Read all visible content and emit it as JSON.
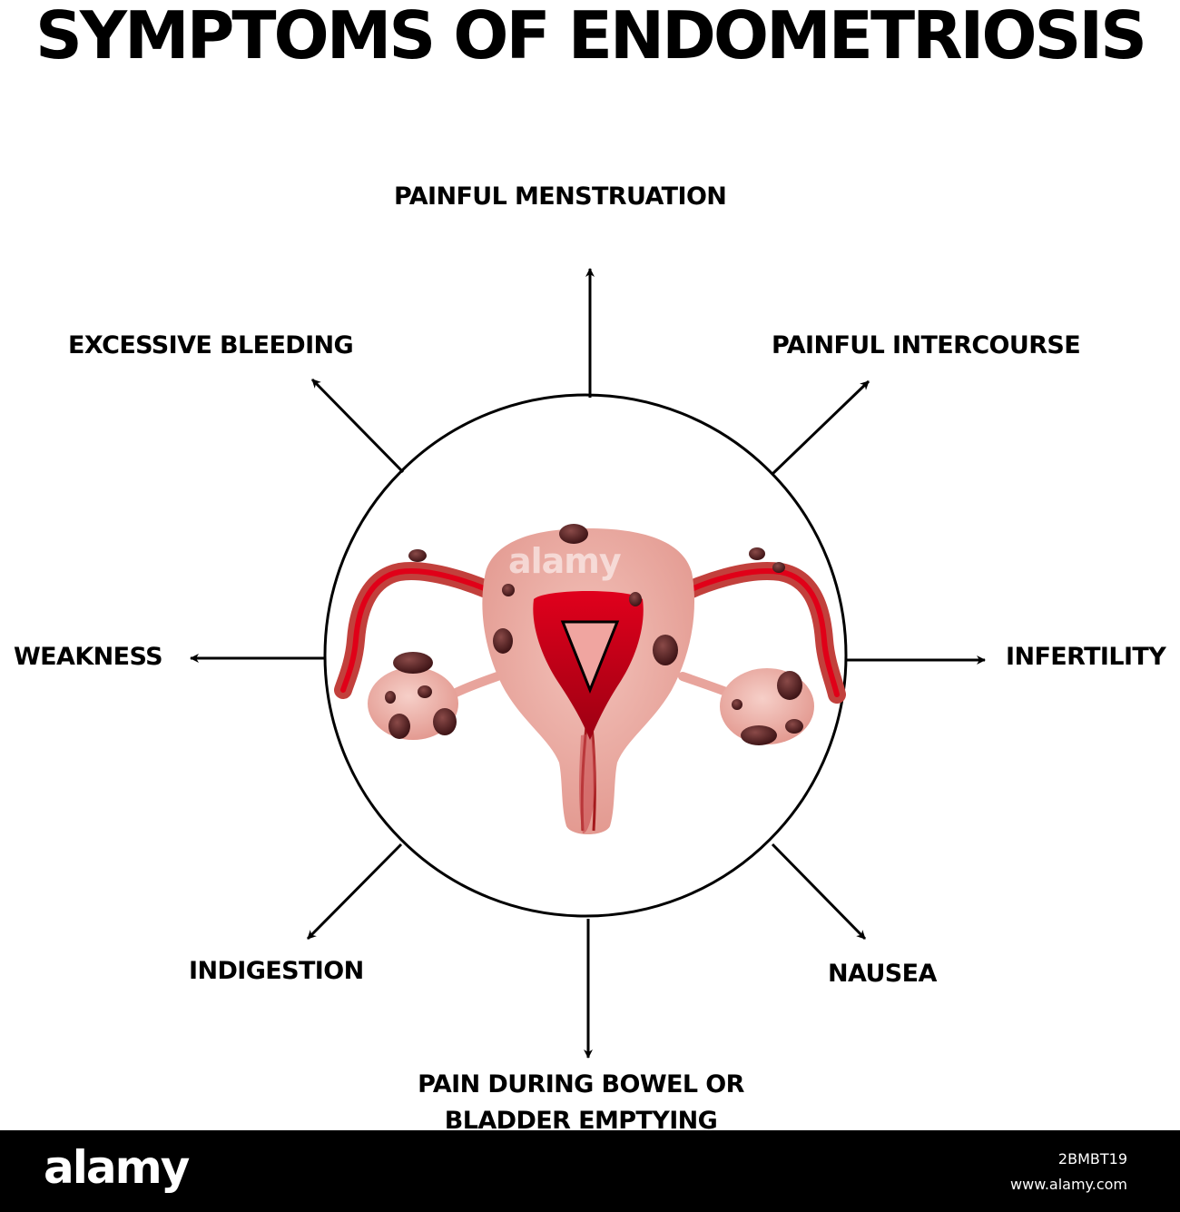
{
  "title": "SYMPTOMS OF ENDOMETRIOSIS",
  "symptoms": {
    "top": "PAINFUL MENSTRUATION",
    "top_left": "EXCESSIVE BLEEDING",
    "top_right": "PAINFUL INTERCOURSE",
    "left": "WEAKNESS",
    "right": "INFERTILITY",
    "bottom_left": "INDIGESTION",
    "bottom_right": "NAUSEA",
    "bottom_line1": "PAIN DURING BOWEL OR",
    "bottom_line2": "BLADDER EMPTYING"
  },
  "watermark": "alamy",
  "footer": {
    "logo": "alamy",
    "image_id": "2BMBT19",
    "url": "www.alamy.com"
  },
  "colors": {
    "organ_pink": "#e8a49c",
    "organ_light": "#f3c6bf",
    "blood_red": "#c8001a",
    "lesion_dark": "#5a1f22",
    "outline": "#000000"
  }
}
